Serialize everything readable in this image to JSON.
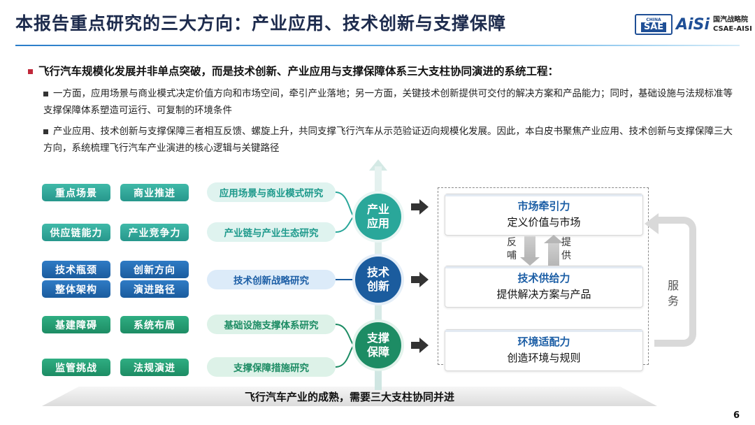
{
  "title": "本报告重点研究的三大方向：产业应用、技术创新与支撑保障",
  "logo": {
    "china": "CHINA",
    "sae": "SAE",
    "aisi": "AiSi",
    "cn": "国汽战略院",
    "en": "CSAE-AISI"
  },
  "intro": {
    "main": "飞行汽车规模化发展并非单点突破，而是技术创新、产业应用与支撑保障体系三大支柱协同演进的系统工程：",
    "sub1": "一方面，应用场景与商业模式决定价值方向和市场空间，牵引产业落地；另一方面，关键技术创新提供可交付的解决方案和产品能力；同时，基础设施与法规标准等支撑保障体系塑造可运行、可复制的环境条件",
    "sub2": "产业应用、技术创新与支撑保障三者相互反馈、螺旋上升，共同支撑飞行汽车从示范验证迈向规模化发展。因此，本白皮书聚焦产业应用、技术创新与支撑保障三大方向，系统梳理飞行汽车产业演进的核心逻辑与关键路径"
  },
  "left_boxes": {
    "b1": "重点场景",
    "b2": "商业推进",
    "b3": "供应链能力",
    "b4": "产业竞争力",
    "b5": "技术瓶颈",
    "b6": "创新方向",
    "b7": "整体架构",
    "b8": "演进路径",
    "b9": "基建障碍",
    "b10": "系统布局",
    "b11": "监管挑战",
    "b12": "法规演进"
  },
  "studies": {
    "s1": "应用场景与商业模式研究",
    "s2": "产业链与产业生态研究",
    "s3": "技术创新战略研究",
    "s4": "基础设施支撑体系研究",
    "s5": "支撑保障措施研究"
  },
  "pillars": {
    "p1": "产业应用",
    "p2": "技术创新",
    "p3": "支撑保障"
  },
  "right": {
    "r1_title": "市场牵引力",
    "r1_desc": "定义价值与市场",
    "r2_title": "技术供给力",
    "r2_desc": "提供解决方案与产品",
    "r3_title": "环境适配力",
    "r3_desc": "创造环境与规则",
    "feedback": "反哺",
    "supply": "提供",
    "serve": "服务"
  },
  "footer": "飞行汽车产业的成熟，需要三大支柱协同并进",
  "page_number": "6",
  "colors": {
    "title": "#1d2b4d",
    "teal": "#2aa79a",
    "blue": "#1b5c9e",
    "green": "#1d8c64",
    "accent_red": "#c0283a"
  }
}
